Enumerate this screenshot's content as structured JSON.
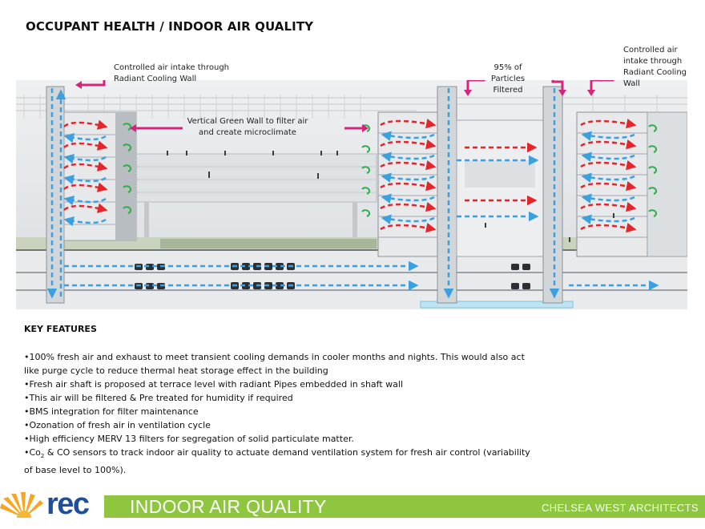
{
  "title": "OCCUPANT HEALTH / INDOOR AIR QUALITY",
  "annotations": {
    "intake_left": [
      "Controlled air intake through",
      "Radiant Cooling Wall"
    ],
    "green_wall": [
      "Vertical Green Wall to filter air",
      "and create microclimate"
    ],
    "particles": [
      "95% of",
      "Particles",
      "Filtered"
    ],
    "intake_right": [
      "Controlled air",
      "intake through",
      "Radiant Cooling",
      "Wall"
    ]
  },
  "key_features_heading": "KEY FEATURES",
  "features": [
    {
      "line1": "•100% fresh air and exhaust to meet transient cooling demands in cooler months and nights.  This would also act",
      "line2": "like purge cycle to reduce thermal heat storage effect in the building"
    },
    {
      "line1": "•Fresh air shaft is proposed at terrace level with radiant Pipes embedded in shaft wall"
    },
    {
      "line1": "•This air will be filtered & Pre treated for humidity if required"
    },
    {
      "line1": "•BMS integration for filter maintenance"
    },
    {
      "line1": "•Ozonation of fresh air in ventilation cycle"
    },
    {
      "line1": "•High efficiency MERV 13 filters for segregation of solid particulate matter."
    },
    {
      "pre": "•Co",
      "sub": "2",
      "post": " & CO sensors to track indoor air quality to actuate demand ventilation system for fresh air control (variability",
      "line2": "of base level to 100%)."
    }
  ],
  "footer": {
    "logo_text": "rec",
    "title": "INDOOR AIR QUALITY",
    "firm": "CHELSEA WEST ARCHITECTS"
  },
  "colors": {
    "accent_green": "#8ec63f",
    "logo_blue": "#1d4f9c",
    "logo_orange": "#f5a623",
    "pointer_magenta": "#d6247a",
    "warm_air_red": "#e3262b",
    "cool_air_blue": "#3aa0e0",
    "green_wall": "#2fae49"
  }
}
